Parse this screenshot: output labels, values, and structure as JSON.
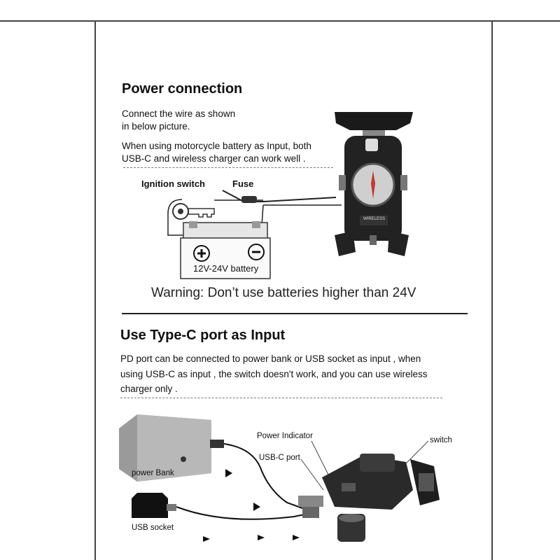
{
  "section1": {
    "title": "Power connection",
    "para1_line1": "Connect the wire as shown",
    "para1_line2": "in below picture.",
    "para2_line1": "When using  motorcycle battery as Input, both",
    "para2_line2": "USB-C and wireless charger can work well .",
    "diagram": {
      "ignition_label": "Ignition switch",
      "fuse_label": "Fuse",
      "battery_label": "12V-24V battery",
      "device_badge": "WIRELESS"
    },
    "warning": "Warning: Don’t use batteries higher than 24V"
  },
  "section2": {
    "title": "Use Type-C port as Input",
    "para_line1": "PD port can be connected to power bank or USB socket as input , when",
    "para_line2": "using USB-C as input , the switch doesn't work, and you can use wireless",
    "para_line3": "charger only .",
    "diagram": {
      "power_indicator_label": "Power Indicator",
      "switch_label": "switch",
      "usbc_port_label": "USB-C port",
      "power_bank_label": "power Bank",
      "usb_socket_label": "USB socket"
    }
  }
}
